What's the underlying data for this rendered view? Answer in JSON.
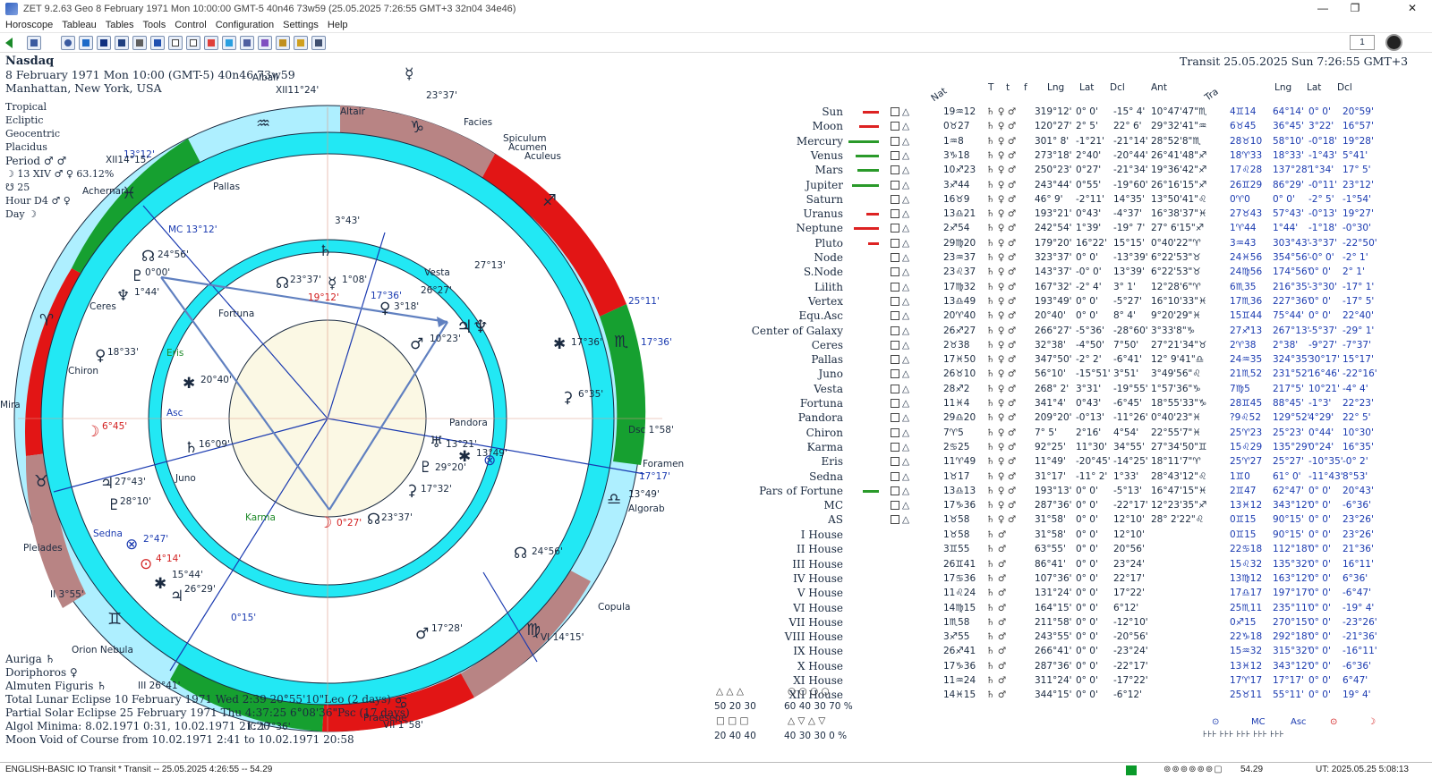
{
  "window": {
    "title": "ZET 9.2.63 Geo     8 February 1971  Mon  10:00:00 GMT-5 40n46  73w59   (25.05.2025  7:26:55 GMT+3 32n04 34e46)",
    "minimize": "—",
    "maximize": "❐",
    "close": "✕"
  },
  "menu": [
    "Horoscope",
    "Tableau",
    "Tables",
    "Tools",
    "Control",
    "Configuration",
    "Settings",
    "Help"
  ],
  "toolbar": {
    "page_number": "1"
  },
  "header": {
    "name": "Nasdaq",
    "date_line": "8 February 1971  Mon  10:00 (GMT-5) 40n46  73w59",
    "place": "Manhattan, New York, USA",
    "transit": "Transit 25.05.2025  Sun  7:26:55 GMT+3"
  },
  "settings": {
    "zodiac": "Tropical",
    "coords": "Ecliptic",
    "center": "Geocentric",
    "house_system": "Placidus",
    "period": "Period ♂ ♂",
    "period_line2": "☽  13 XIV ♂ ♀ 63.12%",
    "period_line3": "☋  25",
    "hour": "Hour D4 ♂ ♀",
    "day": "Day ☽"
  },
  "chart_labels": {
    "xii_cusp": "XII11°24'",
    "xii_cusp2": "13°12'",
    "xii_cusp3": "XII14°15'",
    "mc_label": "MC 13°12'",
    "asc_label": "Asc",
    "dsc_label": "Dsc 1°58'",
    "ic_label": "IC 17°36'",
    "vi_label": "VI 14°15'",
    "vii_label": "VII 1°58'",
    "iii_label": "III 26°41'",
    "ii_label": "II 3°55'",
    "stars": [
      "Albali",
      "Altair",
      "Facies",
      "Spiculum",
      "Acumen",
      "Aculeus",
      "Achernar",
      "Foramen",
      "Algorab",
      "Copula",
      "Orion Nebula",
      "Praesepe",
      "Pleiades",
      "Mira",
      "Sedna",
      "Pallas",
      "Ceres",
      "Chiron",
      "Eris",
      "Juno",
      "Vesta",
      "Fortuna",
      "Pandora",
      "Karma"
    ],
    "deg_markers": [
      "24°56'",
      "0°00'",
      "1°44'",
      "18°33'",
      "20°40'",
      "6°45'",
      "16°09'",
      "27°43'",
      "28°10'",
      "2°47'",
      "4°14'",
      "15°44'",
      "26°29'",
      "0°15'",
      "0°27'",
      "23°37'",
      "13°21'",
      "29°20'",
      "13°49'",
      "17°32'",
      "6°35'",
      "17°36'",
      "10°23'",
      "3°18'",
      "26°27'",
      "17°36'",
      "19°12'",
      "23°37'",
      "1°08'",
      "3°43'",
      "27°13'",
      "25°11'",
      "17°36'",
      "17°17'",
      "13°49'",
      "24°56'",
      "17°28'",
      "23°37'"
    ]
  },
  "table": {
    "headers": {
      "nat": "Nat",
      "t1": "T",
      "t2": "t",
      "f": "f",
      "lng": "Lng",
      "lat": "Lat",
      "dcl": "Dcl",
      "ant": "Ant",
      "tra": "Tra",
      "tlng": "Lng",
      "tlat": "Lat",
      "tdcl": "Dcl"
    },
    "rows": [
      {
        "name": "Sun",
        "pos": "19♒12",
        "lng": "319°12'",
        "lat": "0° 0'",
        "dcl": "-15° 4'",
        "ant": "10°47'47\"♏",
        "tpos": "4♊14",
        "tlng": "64°14'",
        "tlat": "0° 0'",
        "tdcl": "20°59'",
        "bar": 18,
        "barcol": "#d22"
      },
      {
        "name": "Moon",
        "pos": "0♉27",
        "lng": "120°27'",
        "lat": "2° 5'",
        "dcl": "22° 6'",
        "ant": "29°32'41\"♒",
        "tpos": "6♉45",
        "tlng": "36°45'",
        "tlat": "3°22'",
        "tdcl": "16°57'",
        "bar": 22,
        "barcol": "#d22"
      },
      {
        "name": "Mercury",
        "pos": "1♒8",
        "lng": "301° 8'",
        "lat": "-1°21'",
        "dcl": "-21°14'",
        "ant": "28°52'8\"♏",
        "tpos": "28♉10",
        "tlng": "58°10'",
        "tlat": "-0°18'",
        "tdcl": "19°28'",
        "bar": 34,
        "barcol": "#2a9a2a"
      },
      {
        "name": "Venus",
        "pos": "3♑18",
        "lng": "273°18'",
        "lat": "2°40'",
        "dcl": "-20°44'",
        "ant": "26°41'48\"♐",
        "tpos": "18♈33",
        "tlng": "18°33'",
        "tlat": "-1°43'",
        "tdcl": "5°41'",
        "bar": 26,
        "barcol": "#2a9a2a"
      },
      {
        "name": "Mars",
        "pos": "10♐23",
        "lng": "250°23'",
        "lat": "0°27'",
        "dcl": "-21°34'",
        "ant": "19°36'42\"♐",
        "tpos": "17♌28",
        "tlng": "137°28'",
        "tlat": "1°34'",
        "tdcl": "17° 5'",
        "bar": 24,
        "barcol": "#2a9a2a"
      },
      {
        "name": "Jupiter",
        "pos": "3♐44",
        "lng": "243°44'",
        "lat": "0°55'",
        "dcl": "-19°60'",
        "ant": "26°16'15\"♐",
        "tpos": "26♊29",
        "tlng": "86°29'",
        "tlat": "-0°11'",
        "tdcl": "23°12'",
        "bar": 30,
        "barcol": "#2a9a2a"
      },
      {
        "name": "Saturn",
        "pos": "16♉9",
        "lng": "46° 9'",
        "lat": "-2°11'",
        "dcl": "14°35'",
        "ant": "13°50'41\"♌",
        "tpos": "0♈0",
        "tlng": "0° 0'",
        "tlat": "-2° 5'",
        "tdcl": "-1°54'",
        "bar": 0,
        "barcol": "#2a9a2a"
      },
      {
        "name": "Uranus",
        "pos": "13♎21",
        "lng": "193°21'",
        "lat": "0°43'",
        "dcl": "-4°37'",
        "ant": "16°38'37\"♓",
        "tpos": "27♉43",
        "tlng": "57°43'",
        "tlat": "-0°13'",
        "tdcl": "19°27'",
        "bar": 14,
        "barcol": "#d22"
      },
      {
        "name": "Neptune",
        "pos": "2♐54",
        "lng": "242°54'",
        "lat": "1°39'",
        "dcl": "-19° 7'",
        "ant": "27° 6'15\"♐",
        "tpos": "1♈44",
        "tlng": "1°44'",
        "tlat": "-1°18'",
        "tdcl": "-0°30'",
        "bar": 28,
        "barcol": "#d22"
      },
      {
        "name": "Pluto",
        "pos": "29♍20",
        "lng": "179°20'",
        "lat": "16°22'",
        "dcl": "15°15'",
        "ant": "0°40'22\"♈",
        "tpos": "3♒43",
        "tlng": "303°43'",
        "tlat": "-3°37'",
        "tdcl": "-22°50'",
        "bar": 12,
        "barcol": "#d22"
      },
      {
        "name": "Node",
        "pos": "23♒37",
        "lng": "323°37'",
        "lat": "0° 0'",
        "dcl": "-13°39'",
        "ant": "6°22'53\"♉",
        "tpos": "24♓56",
        "tlng": "354°56'",
        "tlat": "-0° 0'",
        "tdcl": "-2° 1'",
        "bar": 0,
        "barcol": "#2a9a2a"
      },
      {
        "name": "S.Node",
        "pos": "23♌37",
        "lng": "143°37'",
        "lat": "-0° 0'",
        "dcl": "13°39'",
        "ant": "6°22'53\"♉",
        "tpos": "24♍56",
        "tlng": "174°56'",
        "tlat": "0° 0'",
        "tdcl": "2° 1'",
        "bar": 0,
        "barcol": "#2a9a2a"
      },
      {
        "name": "Lilith",
        "pos": "17♍32",
        "lng": "167°32'",
        "lat": "-2° 4'",
        "dcl": "3° 1'",
        "ant": "12°28'6\"♈",
        "tpos": "6♏35",
        "tlng": "216°35'",
        "tlat": "-3°30'",
        "tdcl": "-17° 1'",
        "bar": 0,
        "barcol": "#2a9a2a"
      },
      {
        "name": "Vertex",
        "pos": "13♎49",
        "lng": "193°49'",
        "lat": "0° 0'",
        "dcl": "-5°27'",
        "ant": "16°10'33\"♓",
        "tpos": "17♏36",
        "tlng": "227°36'",
        "tlat": "0° 0'",
        "tdcl": "-17° 5'",
        "bar": 0,
        "barcol": "#2a9a2a"
      },
      {
        "name": "Equ.Asc",
        "pos": "20♈40",
        "lng": "20°40'",
        "lat": "0° 0'",
        "dcl": "8° 4'",
        "ant": "9°20'29\"♓",
        "tpos": "15♊44",
        "tlng": "75°44'",
        "tlat": "0° 0'",
        "tdcl": "22°40'",
        "bar": 0,
        "barcol": "#2a9a2a"
      },
      {
        "name": "Center of Galaxy",
        "pos": "26♐27",
        "lng": "266°27'",
        "lat": "-5°36'",
        "dcl": "-28°60'",
        "ant": "3°33'8\"♑",
        "tpos": "27♐13",
        "tlng": "267°13'",
        "tlat": "-5°37'",
        "tdcl": "-29° 1'",
        "bar": 0,
        "barcol": "#2a9a2a"
      },
      {
        "name": "Ceres",
        "pos": "2♉38",
        "lng": "32°38'",
        "lat": "-4°50'",
        "dcl": "7°50'",
        "ant": "27°21'34\"♉",
        "tpos": "2♈38",
        "tlng": "2°38'",
        "tlat": "-9°27'",
        "tdcl": "-7°37'",
        "bar": 0,
        "barcol": "#2a9a2a"
      },
      {
        "name": "Pallas",
        "pos": "17♓50",
        "lng": "347°50'",
        "lat": "-2° 2'",
        "dcl": "-6°41'",
        "ant": "12° 9'41\"♎",
        "tpos": "24♒35",
        "tlng": "324°35'",
        "tlat": "30°17'",
        "tdcl": "15°17'",
        "bar": 0,
        "barcol": "#2a9a2a"
      },
      {
        "name": "Juno",
        "pos": "26♉10",
        "lng": "56°10'",
        "lat": "-15°51'",
        "dcl": "3°51'",
        "ant": "3°49'56\"♌",
        "tpos": "21♏52",
        "tlng": "231°52'",
        "tlat": "16°46'",
        "tdcl": "-22°16'",
        "bar": 0,
        "barcol": "#2a9a2a"
      },
      {
        "name": "Vesta",
        "pos": "28♐2",
        "lng": "268° 2'",
        "lat": "3°31'",
        "dcl": "-19°55'",
        "ant": "1°57'36\"♑",
        "tpos": "7♍5",
        "tlng": "217°5'",
        "tlat": "10°21'",
        "tdcl": "-4° 4'",
        "bar": 0,
        "barcol": "#2a9a2a"
      },
      {
        "name": "Fortuna",
        "pos": "11♓4",
        "lng": "341°4'",
        "lat": "0°43'",
        "dcl": "-6°45'",
        "ant": "18°55'33\"♑",
        "tpos": "28♊45",
        "tlng": "88°45'",
        "tlat": "-1°3'",
        "tdcl": "22°23'",
        "bar": 0,
        "barcol": "#2a9a2a"
      },
      {
        "name": "Pandora",
        "pos": "29♎20",
        "lng": "209°20'",
        "lat": "-0°13'",
        "dcl": "-11°26'",
        "ant": "0°40'23\"♓",
        "tpos": "?9♌52",
        "tlng": "129°52'",
        "tlat": "4°29'",
        "tdcl": "22° 5'",
        "bar": 0,
        "barcol": "#2a9a2a"
      },
      {
        "name": "Chiron",
        "pos": "7♈5",
        "lng": "7° 5'",
        "lat": "2°16'",
        "dcl": "4°54'",
        "ant": "22°55'7\"♓",
        "tpos": "25♈23",
        "tlng": "25°23'",
        "tlat": "0°44'",
        "tdcl": "10°30'",
        "bar": 0,
        "barcol": "#2a9a2a"
      },
      {
        "name": "Karma",
        "pos": "2♋25",
        "lng": "92°25'",
        "lat": "11°30'",
        "dcl": "34°55'",
        "ant": "27°34'50\"♊",
        "tpos": "15♌29",
        "tlng": "135°29'",
        "tlat": "0°24'",
        "tdcl": "16°35'",
        "bar": 0,
        "barcol": "#2a9a2a"
      },
      {
        "name": "Eris",
        "pos": "11♈49",
        "lng": "11°49'",
        "lat": "-20°45'",
        "dcl": "-14°25'",
        "ant": "18°11'7\"♈",
        "tpos": "25♈27",
        "tlng": "25°27'",
        "tlat": "-10°35'",
        "tdcl": "-0° 2'",
        "bar": 0,
        "barcol": "#2a9a2a"
      },
      {
        "name": "Sedna",
        "pos": "1♉17",
        "lng": "31°17'",
        "lat": "-11° 2'",
        "dcl": "1°33'",
        "ant": "28°43'12\"♌",
        "tpos": "1♊0",
        "tlng": "61° 0'",
        "tlat": "-11°43'",
        "tdcl": "8°53'",
        "bar": 0,
        "barcol": "#2a9a2a"
      },
      {
        "name": "Pars of Fortune",
        "pos": "13♎13",
        "lng": "193°13'",
        "lat": "0° 0'",
        "dcl": "-5°13'",
        "ant": "16°47'15\"♓",
        "tpos": "2♊47",
        "tlng": "62°47'",
        "tlat": "0° 0'",
        "tdcl": "20°43'",
        "bar": 18,
        "barcol": "#2a9a2a"
      },
      {
        "name": "MC",
        "pos": "17♑36",
        "lng": "287°36'",
        "lat": "0° 0'",
        "dcl": "-22°17'",
        "ant": "12°23'35\"♐",
        "tpos": "13♓12",
        "tlng": "343°12'",
        "tlat": "0° 0'",
        "tdcl": "-6°36'",
        "bar": 0,
        "barcol": "#2a9a2a"
      },
      {
        "name": "AS",
        "pos": "1♉58",
        "lng": "31°58'",
        "lat": "0° 0'",
        "dcl": "12°10'",
        "ant": "28° 2'22\"♌",
        "tpos": "0♊15",
        "tlng": "90°15'",
        "tlat": "0° 0'",
        "tdcl": "23°26'",
        "bar": 0,
        "barcol": "#2a9a2a"
      }
    ],
    "houses": [
      {
        "name": "I House",
        "pos": "1♉58",
        "lng": "31°58'",
        "lat": "0° 0'",
        "dcl": "12°10'",
        "tpos": "0♊15",
        "tlng": "90°15'",
        "tlat": "0° 0'",
        "tdcl": "23°26'"
      },
      {
        "name": "II House",
        "pos": "3♊55",
        "lng": "63°55'",
        "lat": "0° 0'",
        "dcl": "20°56'",
        "tpos": "22♋18",
        "tlng": "112°18'",
        "tlat": "0° 0'",
        "tdcl": "21°36'"
      },
      {
        "name": "III House",
        "pos": "26♊41",
        "lng": "86°41'",
        "lat": "0° 0'",
        "dcl": "23°24'",
        "tpos": "15♌32",
        "tlng": "135°32'",
        "tlat": "0° 0'",
        "tdcl": "16°11'"
      },
      {
        "name": "IV House",
        "pos": "17♋36",
        "lng": "107°36'",
        "lat": "0° 0'",
        "dcl": "22°17'",
        "tpos": "13♍12",
        "tlng": "163°12'",
        "tlat": "0° 0'",
        "tdcl": "6°36'"
      },
      {
        "name": "V House",
        "pos": "11♌24",
        "lng": "131°24'",
        "lat": "0° 0'",
        "dcl": "17°22'",
        "tpos": "17♎17",
        "tlng": "197°17'",
        "tlat": "0° 0'",
        "tdcl": "-6°47'"
      },
      {
        "name": "VI House",
        "pos": "14♍15",
        "lng": "164°15'",
        "lat": "0° 0'",
        "dcl": "6°12'",
        "tpos": "25♏11",
        "tlng": "235°11'",
        "tlat": "0° 0'",
        "tdcl": "-19° 4'"
      },
      {
        "name": "VII House",
        "pos": "1♏58",
        "lng": "211°58'",
        "lat": "0° 0'",
        "dcl": "-12°10'",
        "tpos": "0♐15",
        "tlng": "270°15'",
        "tlat": "0° 0'",
        "tdcl": "-23°26'"
      },
      {
        "name": "VIII House",
        "pos": "3♐55",
        "lng": "243°55'",
        "lat": "0° 0'",
        "dcl": "-20°56'",
        "tpos": "22♑18",
        "tlng": "292°18'",
        "tlat": "0° 0'",
        "tdcl": "-21°36'"
      },
      {
        "name": "IX House",
        "pos": "26♐41",
        "lng": "266°41'",
        "lat": "0° 0'",
        "dcl": "-23°24'",
        "tpos": "15♒32",
        "tlng": "315°32'",
        "tlat": "0° 0'",
        "tdcl": "-16°11'"
      },
      {
        "name": "X House",
        "pos": "17♑36",
        "lng": "287°36'",
        "lat": "0° 0'",
        "dcl": "-22°17'",
        "tpos": "13♓12",
        "tlng": "343°12'",
        "tlat": "0° 0'",
        "tdcl": "-6°36'"
      },
      {
        "name": "XI House",
        "pos": "11♒24",
        "lng": "311°24'",
        "lat": "0° 0'",
        "dcl": "-17°22'",
        "tpos": "17♈17",
        "tlng": "17°17'",
        "tlat": "0° 0'",
        "tdcl": "6°47'"
      },
      {
        "name": "XII House",
        "pos": "14♓15",
        "lng": "344°15'",
        "lat": "0° 0'",
        "dcl": "-6°12'",
        "tpos": "25♉11",
        "tlng": "55°11'",
        "tlat": "0° 0'",
        "tdcl": "19° 4'"
      }
    ]
  },
  "elements": {
    "row1_values": "50  20  30",
    "row1_values_b": "60  40  30  70 %",
    "row2_values": "20  40  40",
    "row2_values_b": "40  30  30    0 %"
  },
  "bottom_legend": {
    "star1": "Auriga ♄",
    "star2": "Doriphoros ♀",
    "star3": "Almuten Figuris ♄",
    "eclipse1": "Total Lunar Eclipse 10 February 1971 Wed  2:39 20°55'10\"Leo (2 days)",
    "eclipse2": "Partial Solar Eclipse 25 February 1971 Thu  4:37:25 6°08'36\"Psc (17 days)",
    "algol": "Algol Minima: 8.02.1971  0:31,  10.02.1971 21:20",
    "void": "Moon Void of Course from 10.02.1971  2:41 to 10.02.1971 20:58"
  },
  "status": {
    "lang": "ENGLISH-BASIC IO Transit",
    "transit": "*  Transit -- 25.05.2025  4:26:55 -- 54.29",
    "value": "54.29",
    "ut": "UT: 2025.05.25  5:08:13"
  },
  "colors": {
    "cyan_ring": "#22e8f4",
    "light_ring": "#aeefff",
    "red": "#e21515",
    "green": "#16a030",
    "rose": "#b88484",
    "inner_fill": "#fbf8e4",
    "aspect_blue": "#6080c0"
  }
}
